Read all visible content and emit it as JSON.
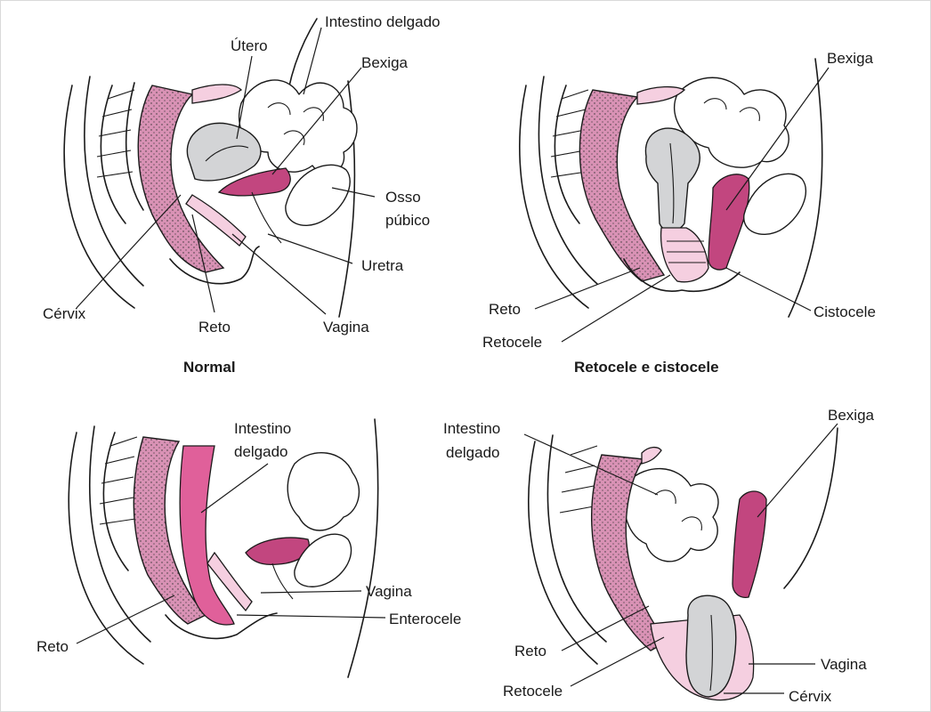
{
  "panels": {
    "normal": {
      "caption": "Normal",
      "labels": {
        "intestino": "Intestino delgado",
        "utero": "Útero",
        "bexiga": "Bexiga",
        "osso1": "Osso",
        "osso2": "púbico",
        "uretra": "Uretra",
        "cervix": "Cérvix",
        "reto": "Reto",
        "vagina": "Vagina"
      }
    },
    "retocele": {
      "caption": "Retocele e cistocele",
      "labels": {
        "bexiga": "Bexiga",
        "reto": "Reto",
        "retocele": "Retocele",
        "cistocele": "Cistocele"
      }
    },
    "enterocele": {
      "labels": {
        "intestino1": "Intestino",
        "intestino2": "delgado",
        "vagina": "Vagina",
        "enterocele": "Enterocele",
        "reto": "Reto"
      }
    },
    "prolapse": {
      "labels": {
        "intestino1": "Intestino",
        "intestino2": "delgado",
        "bexiga": "Bexiga",
        "reto": "Reto",
        "retocele": "Retocele",
        "vagina": "Vagina",
        "cervix": "Cérvix"
      }
    }
  },
  "colors": {
    "tissue_pink": "#e7a9c6",
    "rectum_pink": "#d992b5",
    "uterus_grey": "#d3d4d6"
  }
}
